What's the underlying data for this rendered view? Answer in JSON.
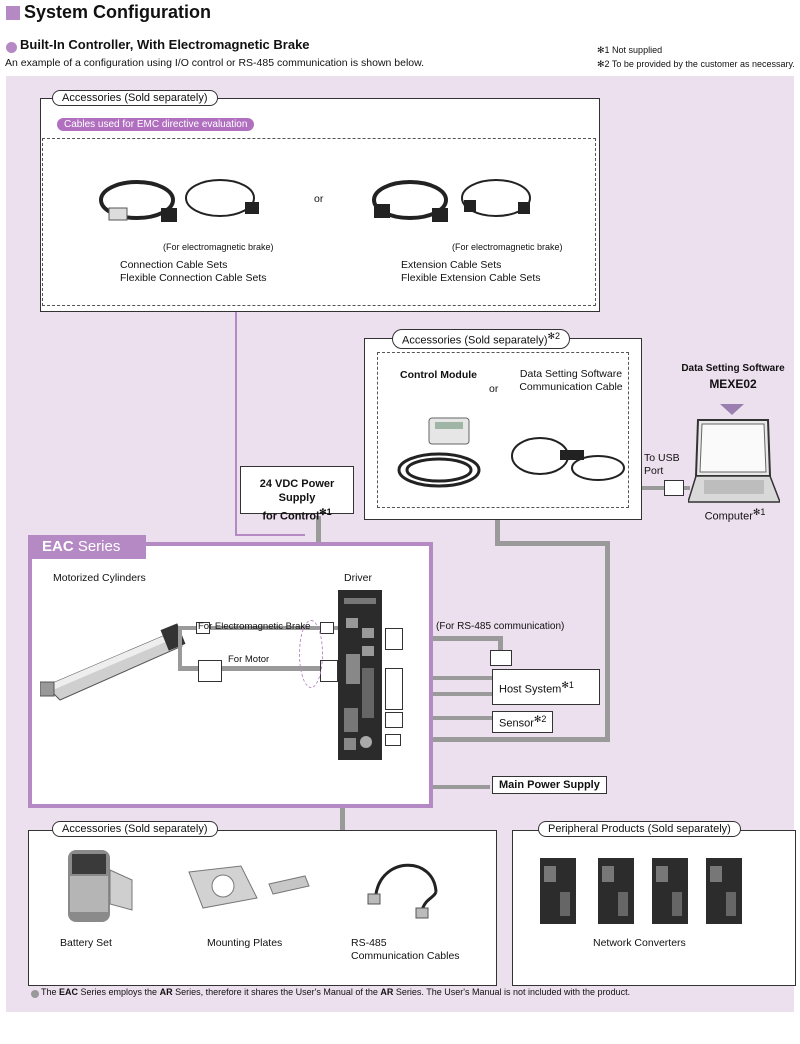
{
  "header": {
    "title": "System Configuration",
    "subtitle": "Built-In Controller, With Electromagnetic Brake",
    "intro": "An example of a configuration using I/O control or RS-485 communication is shown below.",
    "note1": "✻1 Not supplied",
    "note2": "✻2 To be provided by the customer as necessary."
  },
  "cables": {
    "panel_label": "Accessories (Sold separately)",
    "emc_label": "Cables used for EMC directive evaluation",
    "or": "or",
    "brake_note_left": "(For electromagnetic brake)",
    "brake_note_right": "(For electromagnetic brake)",
    "connection_line1": "Connection Cable Sets",
    "connection_line2": "Flexible Connection Cable Sets",
    "extension_line1": "Extension Cable Sets",
    "extension_line2": "Flexible Extension Cable Sets"
  },
  "accessories2": {
    "panel_label": "Accessories (Sold separately)",
    "panel_sup": "✻2",
    "control_module": "Control Module",
    "or": "or",
    "software_cable_line1": "Data Setting Software",
    "software_cable_line2": "Communication Cable"
  },
  "computer": {
    "software_label": "Data Setting Software",
    "software_name": "MEXE02",
    "usb_line1": "To USB",
    "usb_line2": "Port",
    "label": "Computer",
    "sup": "✻1"
  },
  "power_control": {
    "line1": "24 VDC Power Supply",
    "line2": "for Control",
    "sup": "✻1"
  },
  "eac": {
    "series_bold": "EAC",
    "series_rest": " Series",
    "cylinders": "Motorized Cylinders",
    "driver": "Driver",
    "brake_label": "For Electromagnetic Brake",
    "motor_label": "For Motor",
    "rs485": "(For RS-485 communication)"
  },
  "host": {
    "label": "Host System",
    "sup": "✻1"
  },
  "sensor": {
    "label": "Sensor",
    "sup": "✻2"
  },
  "main_power": "Main Power Supply",
  "accessories_bottom": {
    "panel_label": "Accessories (Sold separately)",
    "battery": "Battery Set",
    "plates": "Mounting Plates",
    "rs485_line1": "RS-485",
    "rs485_line2": "Communication Cables"
  },
  "peripheral": {
    "panel_label": "Peripheral Products (Sold separately)",
    "converters": "Network Converters"
  },
  "footnote": {
    "p1": "The ",
    "b1": "EAC",
    "p2": " Series employs the ",
    "b2": "AR",
    "p3": " Series, therefore it shares the User's Manual of the ",
    "b3": "AR",
    "p4": " Series. The User's Manual is not included with the product."
  },
  "colors": {
    "accent": "#b58ac4",
    "background": "#ecdfee",
    "line": "#9a9a9a"
  }
}
